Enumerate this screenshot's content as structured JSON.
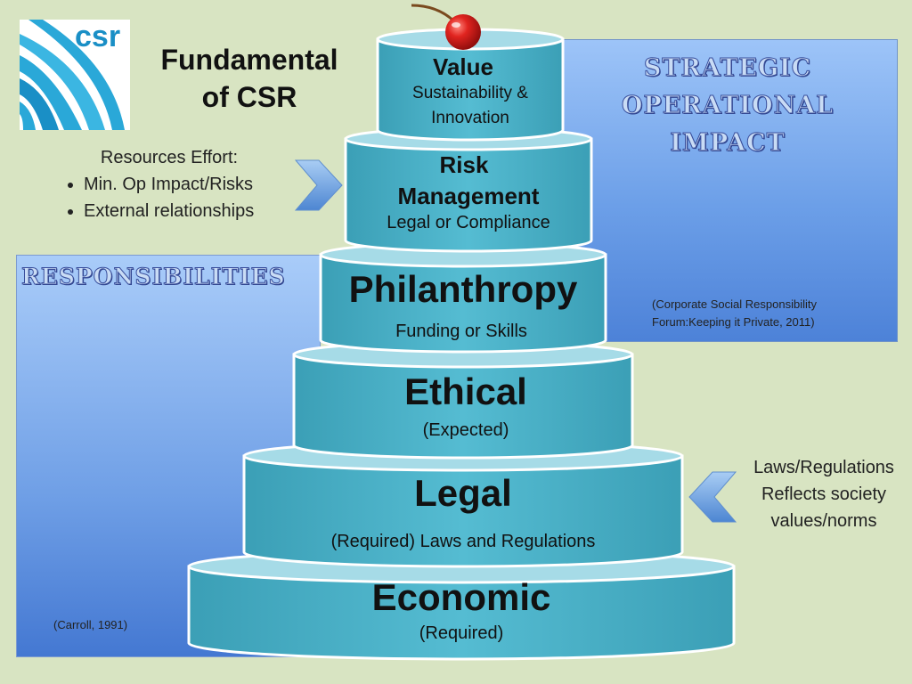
{
  "header": {
    "title_line1": "Fundamental",
    "title_line2": "of CSR",
    "logo_text": "csr"
  },
  "panels": {
    "strategic_line1": "STRATEGIC",
    "strategic_line2": "OPERATIONAL",
    "strategic_line3": "IMPACT",
    "responsibilities": "RESPONSIBILITIES"
  },
  "resources": {
    "heading": "Resources Effort:",
    "items": [
      "Min. Op Impact/Risks",
      "External relationships"
    ]
  },
  "laws_note": {
    "line1": "Laws/Regulations",
    "line2": "Reflects society",
    "line3": "values/norms"
  },
  "citations": {
    "csr_forum_line1": "(Corporate Social Responsibility",
    "csr_forum_line2": "Forum:Keeping it Private, 2011)",
    "carroll": "(Carroll, 1991)"
  },
  "tiers": {
    "value": {
      "name": "Value",
      "sub1": "Sustainability &",
      "sub2": "Innovation"
    },
    "risk": {
      "name1": "Risk",
      "name2": "Management",
      "sub": "Legal or Compliance"
    },
    "philanthropy": {
      "name": "Philanthropy",
      "sub": "Funding or Skills"
    },
    "ethical": {
      "name": "Ethical",
      "sub": "(Expected)"
    },
    "legal": {
      "name": "Legal",
      "sub": "(Required) Laws and Regulations"
    },
    "economic": {
      "name": "Economic",
      "sub": "(Required)"
    }
  },
  "colors": {
    "background": "#d8e4c2",
    "tier_fill": "#4bb3c9",
    "tier_top": "#a6dbe7",
    "cherry": "#d0201e"
  }
}
